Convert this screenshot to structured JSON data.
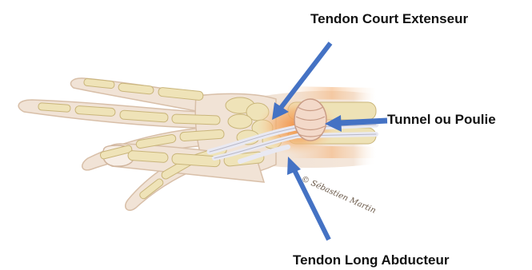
{
  "labels": {
    "extensor": "Tendon Court Extenseur",
    "tunnel": "Tunnel ou Poulie",
    "abductor": "Tendon Long Abducteur"
  },
  "signature": "© Sébastien Martin",
  "colors": {
    "arrow": "#4472c4",
    "skin": "#f1e3d6",
    "skin_outline": "#d8bfa8",
    "bone": "#efe3b8",
    "bone_shadow": "#d9c98f",
    "tendon": "#e6e6ef",
    "inflammation": "#f2a15a",
    "label_text": "#111111"
  },
  "icons": [
    "arrow-down-left-icon",
    "arrow-left-icon",
    "arrow-up-left-icon"
  ]
}
